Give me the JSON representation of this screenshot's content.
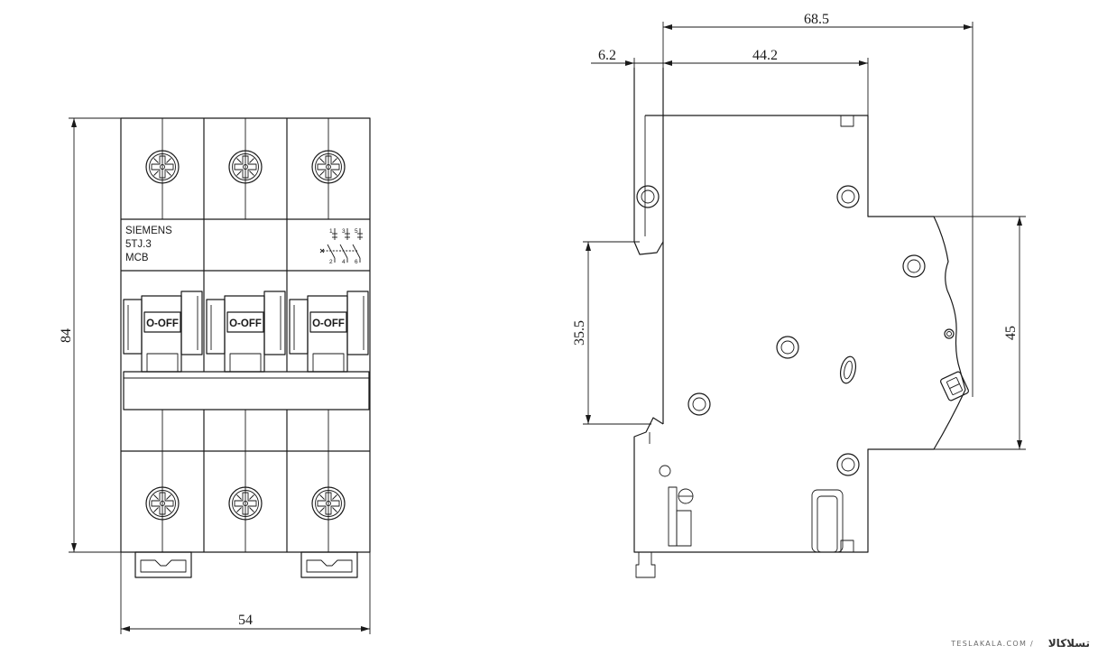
{
  "front_view": {
    "label": {
      "brand": "SIEMENS",
      "model": "5TJ.3",
      "type": "MCB"
    },
    "handles": [
      {
        "label": "O-OFF"
      },
      {
        "label": "O-OFF"
      },
      {
        "label": "O-OFF"
      }
    ],
    "schematic": {
      "top_terminals": [
        "1",
        "3",
        "5"
      ],
      "bottom_terminals": [
        "2",
        "4",
        "6"
      ]
    },
    "dimensions": {
      "height": "84",
      "width": "54"
    }
  },
  "side_view": {
    "dimensions": {
      "overall_depth": "68.5",
      "clip_offset": "6.2",
      "shoulder_depth": "44.2",
      "rail_height": "35.5",
      "front_height": "45"
    }
  },
  "watermark": {
    "site": "TESLAKALA.COM /",
    "logo": "تسلاکالا"
  },
  "colors": {
    "line": "#1a1a1a",
    "background": "#ffffff",
    "watermark": "#6b6b6b"
  }
}
